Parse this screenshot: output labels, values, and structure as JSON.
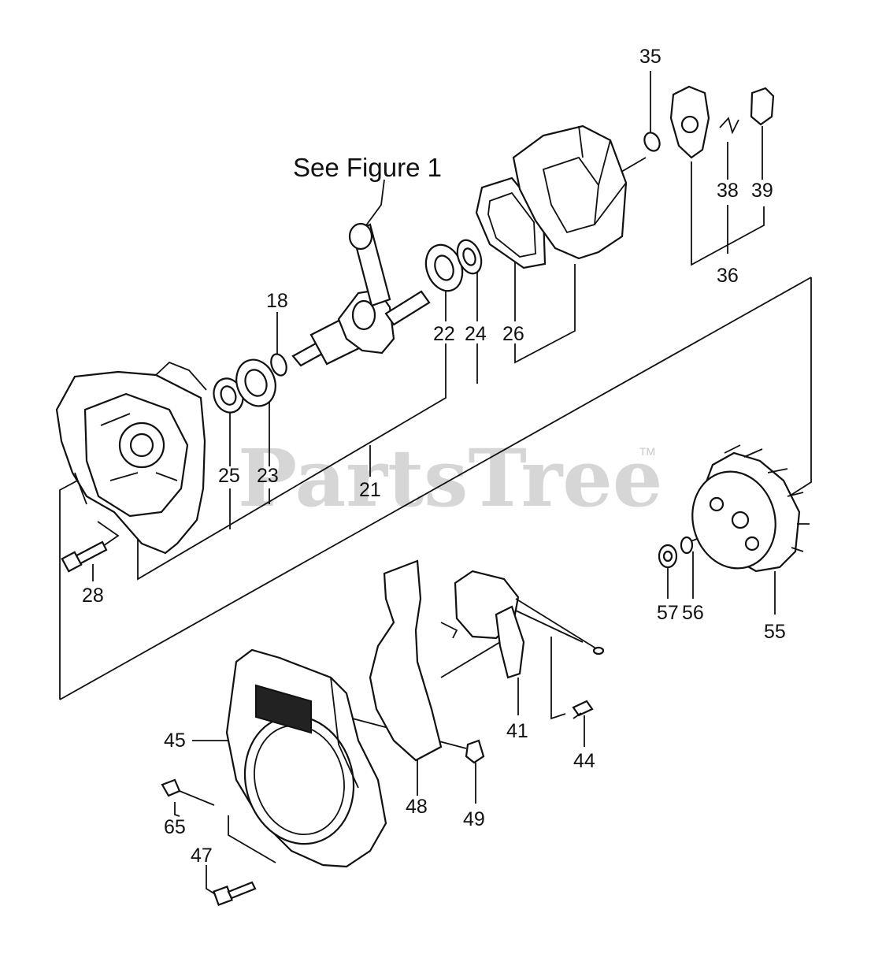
{
  "reference_text": "See Figure 1",
  "watermark": {
    "text": "PartsTree",
    "mark": "TM"
  },
  "part_labels": [
    "35",
    "38",
    "39",
    "36",
    "18",
    "22",
    "24",
    "26",
    "25",
    "23",
    "21",
    "28",
    "57",
    "56",
    "55",
    "45",
    "41",
    "44",
    "48",
    "49",
    "65",
    "47"
  ]
}
